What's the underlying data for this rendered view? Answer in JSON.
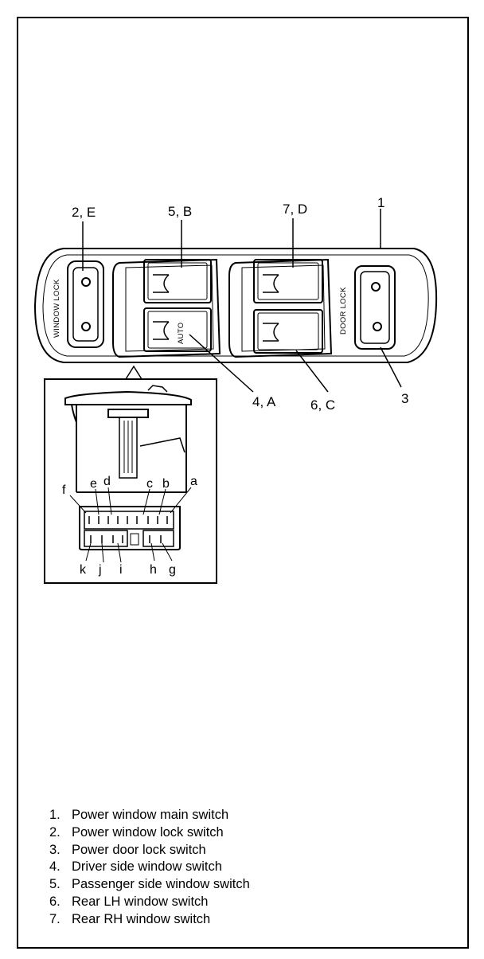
{
  "diagram": {
    "switch_text": {
      "window_lock": "WINDOW LOCK",
      "door_lock": "DOOR LOCK",
      "auto": "AUTO"
    },
    "callouts": {
      "c1": "1",
      "c2e": "2, E",
      "c5b": "5, B",
      "c7d": "7, D",
      "c4a": "4, A",
      "c6c": "6, C",
      "c3": "3"
    },
    "terminals": {
      "a": "a",
      "b": "b",
      "c": "c",
      "d": "d",
      "e": "e",
      "f": "f",
      "g": "g",
      "h": "h",
      "i": "i",
      "j": "j",
      "k": "k"
    }
  },
  "legend": [
    {
      "num": "1.",
      "text": "Power window main switch"
    },
    {
      "num": "2.",
      "text": "Power window lock switch"
    },
    {
      "num": "3.",
      "text": "Power door lock switch"
    },
    {
      "num": "4.",
      "text": "Driver side window switch"
    },
    {
      "num": "5.",
      "text": "Passenger side window switch"
    },
    {
      "num": "6.",
      "text": "Rear LH window switch"
    },
    {
      "num": "7.",
      "text": "Rear RH window switch"
    }
  ]
}
